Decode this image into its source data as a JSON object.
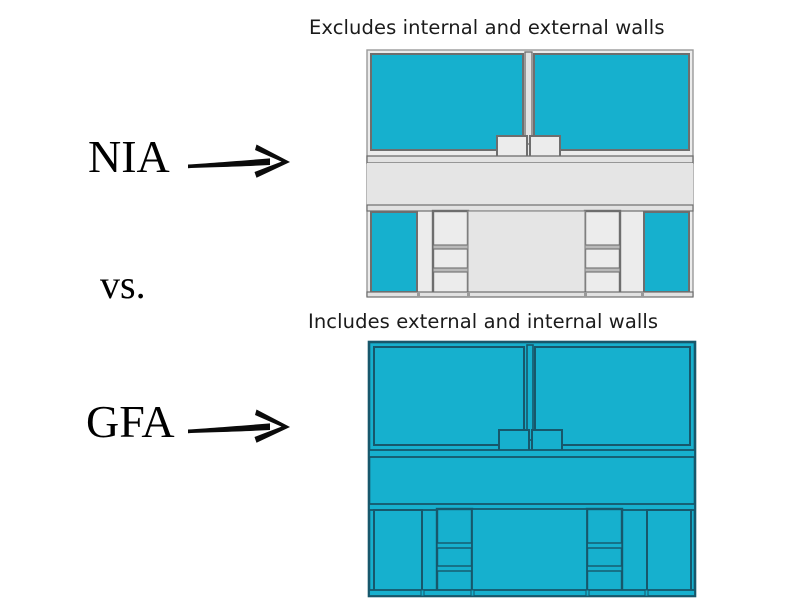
{
  "page": {
    "background": "#ffffff",
    "title": "NIA vs GFA floor area comparison"
  },
  "labels": {
    "nia": "NIA",
    "vs": "vs.",
    "gfa": "GFA"
  },
  "captions": {
    "top": "Excludes internal and external walls",
    "bottom": "Includes external and internal walls"
  },
  "arrows": {
    "nia_arrow_name": "right-arrow-icon",
    "gfa_arrow_name": "right-arrow-icon",
    "color": "#0b0b0b"
  },
  "colors": {
    "area_fill": "#16b0ce",
    "wall_fill_nia": "#e2e2e2",
    "wall_outline_nia": "#6e6e6e",
    "wall_outline_gfa": "#17576b",
    "plan_background_nia": "#ececec",
    "text": "#1b1b1b"
  },
  "plans": [
    {
      "id": "nia",
      "name": "net-internal-area-floor-plan",
      "caption": "Excludes internal and external walls",
      "shaded_areas": [
        "upper-left-room",
        "upper-right-room",
        "lower-left-room",
        "lower-right-room"
      ],
      "excluded_elements": [
        "external-walls",
        "internal-partition-walls",
        "central-corridor",
        "stair-cores"
      ]
    },
    {
      "id": "gfa",
      "name": "gross-floor-area-floor-plan",
      "caption": "Includes external and internal walls",
      "shaded_areas": [
        "entire-building-footprint"
      ],
      "excluded_elements": []
    }
  ]
}
